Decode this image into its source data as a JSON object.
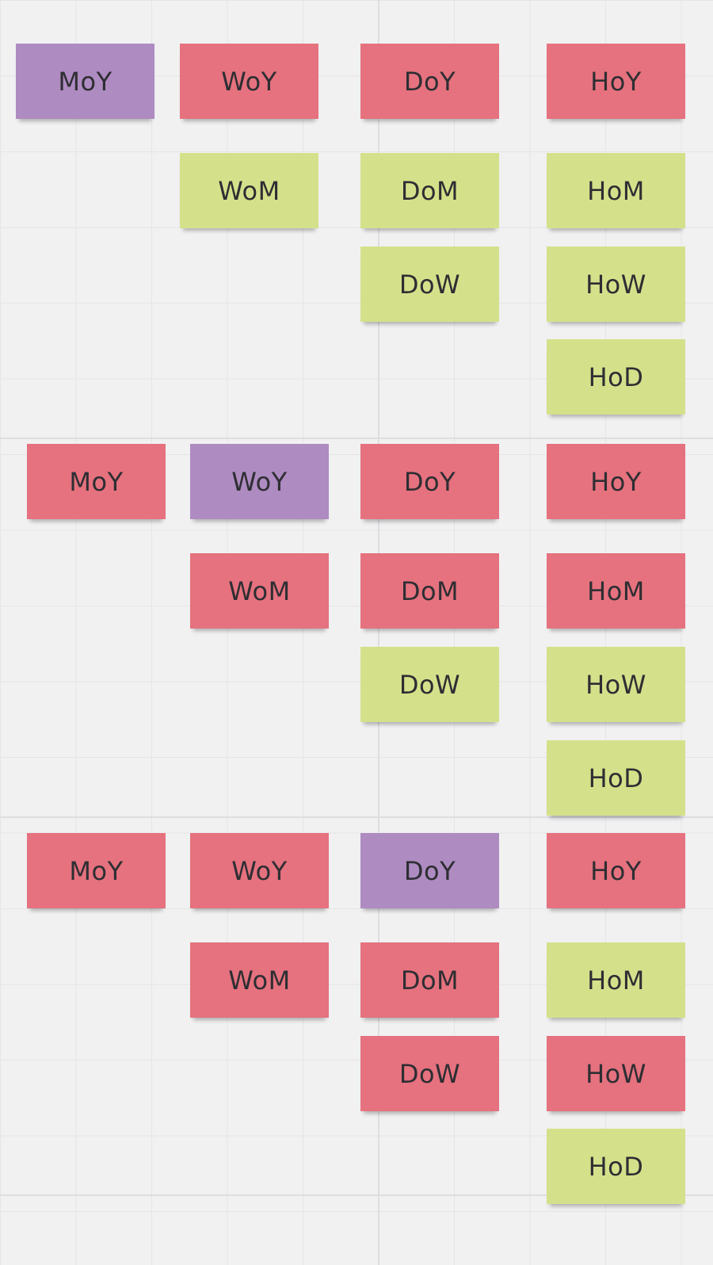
{
  "colors": {
    "red": "#e5727e",
    "green": "#d5e18a",
    "purple": "#ae8bc1"
  },
  "groups": [
    {
      "notes": [
        {
          "text": "MoY",
          "color": "purple"
        },
        {
          "text": "WoY",
          "color": "red"
        },
        {
          "text": "DoY",
          "color": "red"
        },
        {
          "text": "HoY",
          "color": "red"
        },
        {
          "text": "WoM",
          "color": "green"
        },
        {
          "text": "DoM",
          "color": "green"
        },
        {
          "text": "HoM",
          "color": "green"
        },
        {
          "text": "DoW",
          "color": "green"
        },
        {
          "text": "HoW",
          "color": "green"
        },
        {
          "text": "HoD",
          "color": "green"
        }
      ]
    },
    {
      "notes": [
        {
          "text": "MoY",
          "color": "red"
        },
        {
          "text": "WoY",
          "color": "purple"
        },
        {
          "text": "DoY",
          "color": "red"
        },
        {
          "text": "HoY",
          "color": "red"
        },
        {
          "text": "WoM",
          "color": "red"
        },
        {
          "text": "DoM",
          "color": "red"
        },
        {
          "text": "HoM",
          "color": "red"
        },
        {
          "text": "DoW",
          "color": "green"
        },
        {
          "text": "HoW",
          "color": "green"
        },
        {
          "text": "HoD",
          "color": "green"
        }
      ]
    },
    {
      "notes": [
        {
          "text": "MoY",
          "color": "red"
        },
        {
          "text": "WoY",
          "color": "red"
        },
        {
          "text": "DoY",
          "color": "purple"
        },
        {
          "text": "HoY",
          "color": "red"
        },
        {
          "text": "WoM",
          "color": "red"
        },
        {
          "text": "DoM",
          "color": "red"
        },
        {
          "text": "HoM",
          "color": "green"
        },
        {
          "text": "DoW",
          "color": "red"
        },
        {
          "text": "HoW",
          "color": "red"
        },
        {
          "text": "HoD",
          "color": "green"
        }
      ]
    }
  ]
}
